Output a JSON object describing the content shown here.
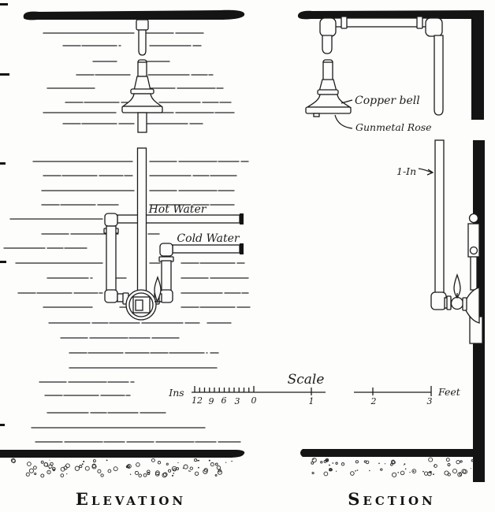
{
  "figure": {
    "elevation": {
      "title": "Elevation",
      "hot_water_label": "Hot Water",
      "cold_water_label": "Cold Water"
    },
    "section": {
      "title": "Section",
      "copper_bell_label": "Copper bell",
      "gunmetal_rose_label": "Gunmetal Rose",
      "pipe_size_label": "1-In"
    },
    "scale": {
      "title": "Scale",
      "left_unit": "Ins",
      "right_unit": "Feet",
      "inch_labels": [
        "12",
        "9",
        "6",
        "3",
        "0"
      ],
      "feet_labels": [
        "1",
        "2",
        "3"
      ]
    },
    "colors": {
      "ink": "#1c1c1c",
      "paper": "#fdfdfc"
    }
  }
}
